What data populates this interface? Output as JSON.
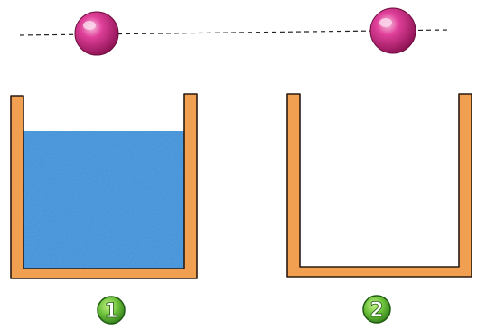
{
  "colors": {
    "background": "#ffffff",
    "container_wall": "#f0a050",
    "container_edge": "#2a1a10",
    "water": "#3d8fd6",
    "ball": "#d6257e",
    "ball_highlight": "#f3a0cb",
    "ball_shadow": "#8a1050",
    "dashed_line": "#222222",
    "label_badge": "#6cc23a",
    "label_badge_dark": "#1f5a12",
    "label_text": "#ffffff"
  },
  "scene": {
    "items": [
      {
        "id": "1",
        "label": "1",
        "container_contents": "water"
      },
      {
        "id": "2",
        "label": "2",
        "container_contents": "empty"
      }
    ]
  }
}
